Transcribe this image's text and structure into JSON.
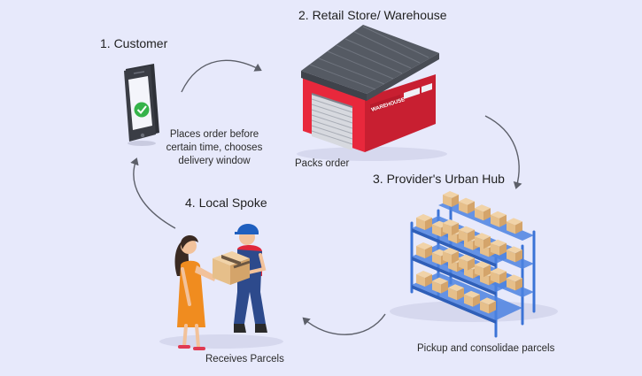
{
  "steps": [
    {
      "title": "1. Customer",
      "caption_lines": [
        "Places order before",
        "certain time, chooses",
        "delivery window"
      ]
    },
    {
      "title": "2. Retail Store/ Warehouse",
      "caption_lines": [
        "Packs order"
      ],
      "sign": "WAREHOUSE"
    },
    {
      "title": "3. Provider's Urban Hub",
      "caption_lines": [
        "Pickup and consolidae parcels"
      ]
    },
    {
      "title": "4. Local Spoke",
      "caption_lines": [
        "Receives Parcels"
      ]
    }
  ],
  "colors": {
    "background": "#e7e9fb",
    "warehouse_red": "#e8283c",
    "roof_gray": "#555a63",
    "shelf_blue": "#3b73d6",
    "box_tan": "#e6bf8a",
    "phone_body": "#3a3d45",
    "check_green": "#35b34a",
    "arrow_gray": "#5c5f69"
  },
  "icons": [
    "smartphone-check-icon",
    "warehouse-icon",
    "shelving-boxes-icon",
    "delivery-people-icon"
  ]
}
